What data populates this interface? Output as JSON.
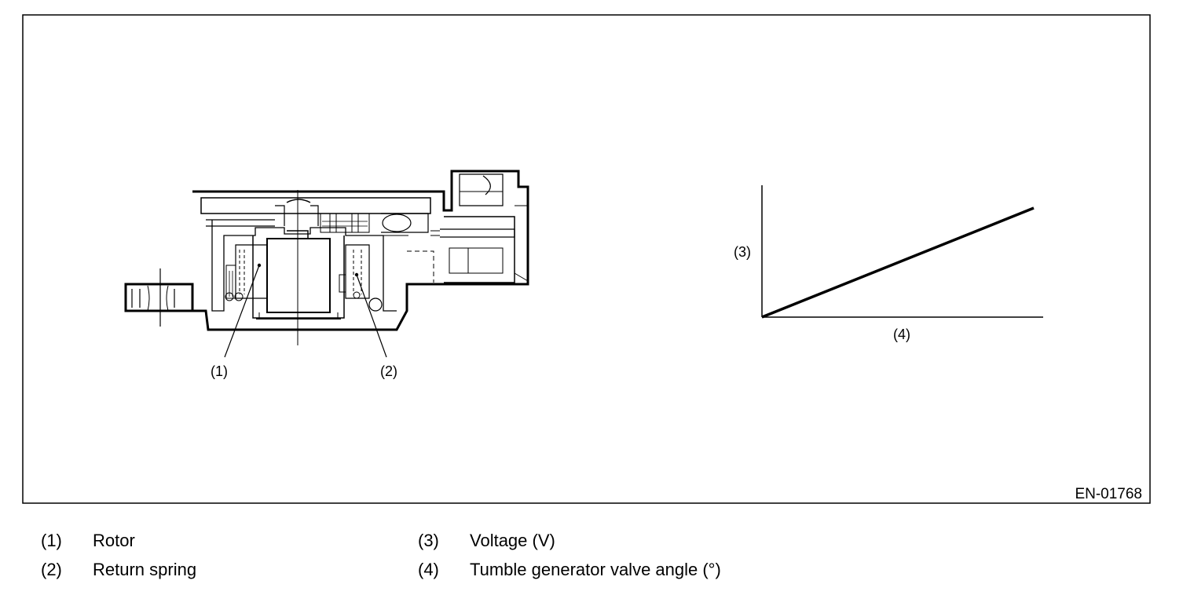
{
  "figure": {
    "code": "EN-01768",
    "callouts": {
      "c1": "(1)",
      "c2": "(2)",
      "c3": "(3)",
      "c4": "(4)"
    }
  },
  "legend": [
    {
      "num": "(1)",
      "text": "Rotor"
    },
    {
      "num": "(2)",
      "text": "Return spring"
    },
    {
      "num": "(3)",
      "text": "Voltage (V)"
    },
    {
      "num": "(4)",
      "text": "Tumble generator valve angle (°)"
    }
  ],
  "graph": {
    "type": "line",
    "x_label": "(4)",
    "y_label": "(3)",
    "relationship": "linear increasing from origin"
  }
}
